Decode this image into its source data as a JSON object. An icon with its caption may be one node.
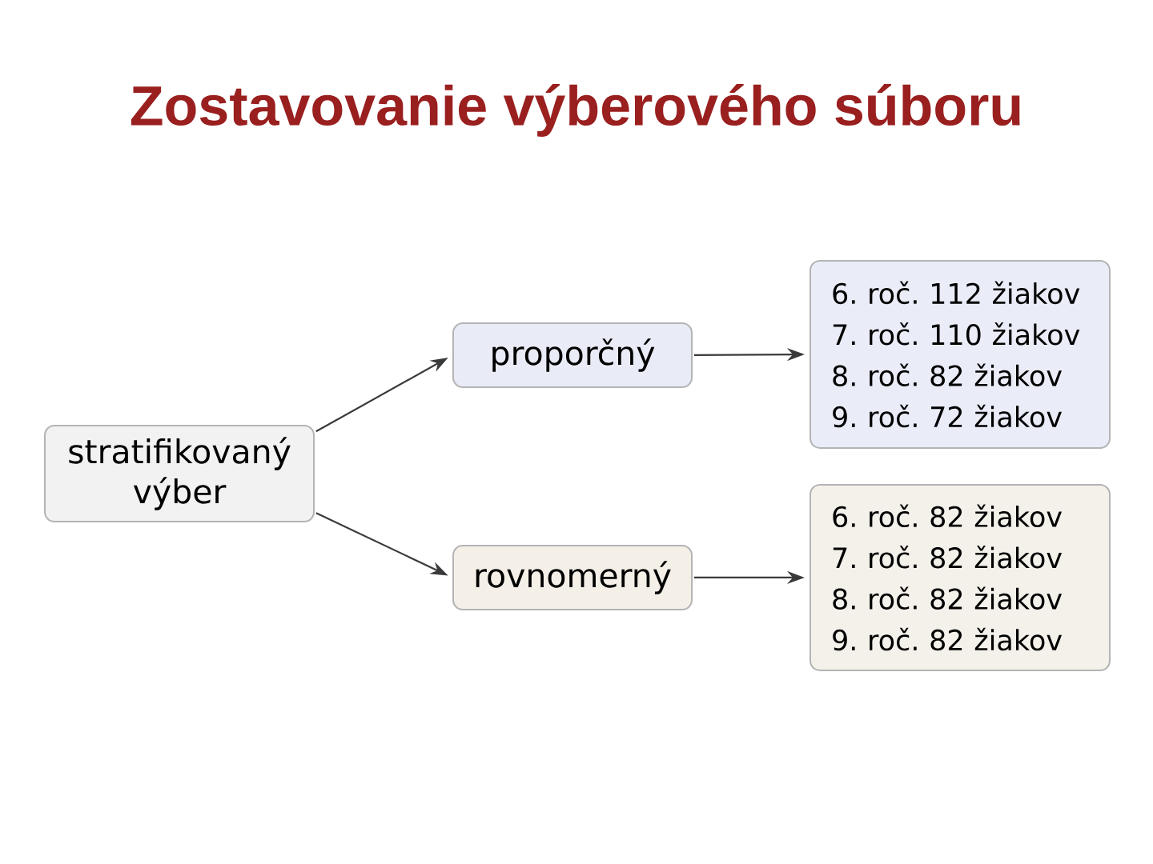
{
  "diagram": {
    "title": "Zostavovanie výberového súboru",
    "nodes": [
      {
        "text": [
          "stratifikovaný výber"
        ]
      },
      {
        "text": [
          "proporčný"
        ]
      },
      {
        "text": [
          "6. roč. 112 žiakov",
          "7. roč. 110 žiakov",
          "8. roč. 82 žiakov",
          "9. roč. 72 žiakov"
        ]
      },
      {
        "text": [
          "rovnomerný"
        ]
      },
      {
        "text": [
          "6. roč. 82 žiakov",
          "7. roč. 82 žiakov",
          "8. roč. 82 žiakov",
          "9. roč. 82 žiakov"
        ]
      }
    ],
    "edges": [
      {
        "from": 0,
        "to": 1,
        "arrow": "to"
      },
      {
        "from": 1,
        "to": 2,
        "arrow": "to"
      },
      {
        "from": 0,
        "to": 3,
        "arrow": "to"
      },
      {
        "from": 3,
        "to": 4,
        "arrow": "to"
      }
    ]
  }
}
